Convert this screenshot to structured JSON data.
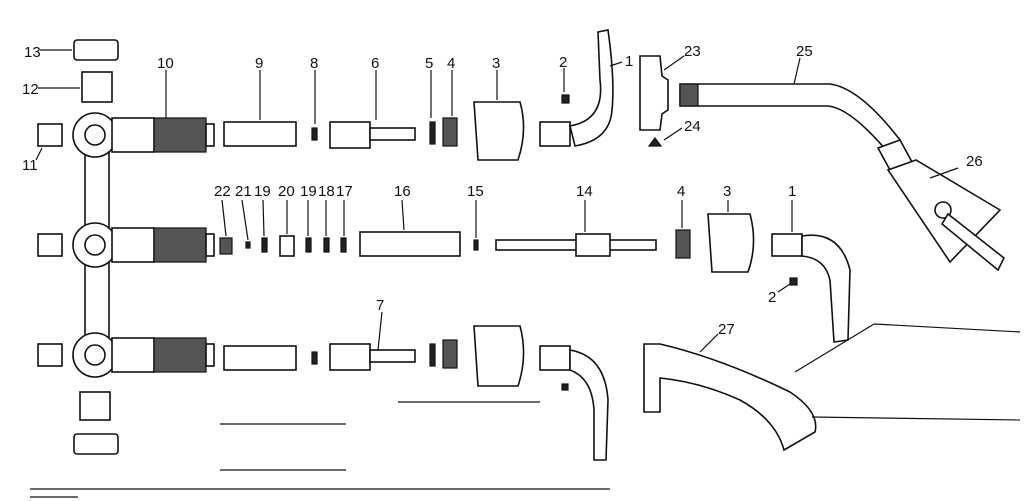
{
  "labels": {
    "p1a": "1",
    "p1b": "1",
    "p2a": "2",
    "p2b": "2",
    "p3a": "3",
    "p3b": "3",
    "p4a": "4",
    "p4b": "4",
    "p5": "5",
    "p6": "6",
    "p7": "7",
    "p8": "8",
    "p9": "9",
    "p10": "10",
    "p11": "11",
    "p12": "12",
    "p13": "13",
    "p14": "14",
    "p15": "15",
    "p16": "16",
    "p17": "17",
    "p18": "18",
    "p19a": "19",
    "p19b": "19",
    "p20": "20",
    "p21": "21",
    "p22": "22",
    "p23": "23",
    "p24": "24",
    "p25": "25",
    "p26": "26",
    "p27": "27"
  }
}
